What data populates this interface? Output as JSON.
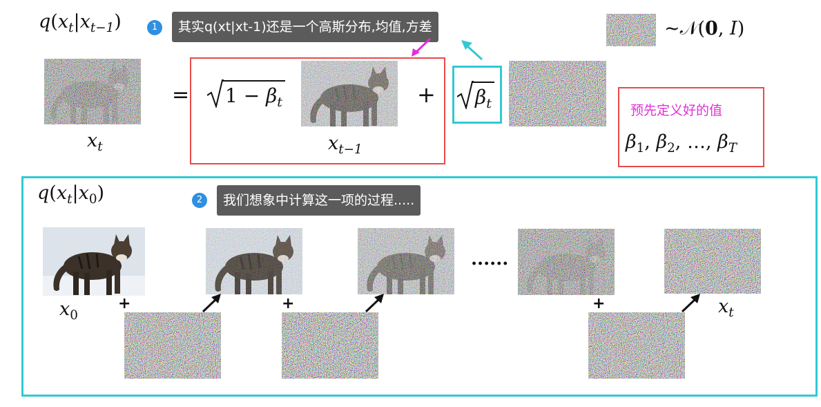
{
  "colors": {
    "red_box": "#e84a4a",
    "cyan_box": "#31c9d2",
    "callout_bg": "#5b5b5b",
    "badge": "#2f8fe0",
    "magenta_text": "#e030d8"
  },
  "top": {
    "title": {
      "q": "q",
      "paren_open": "(",
      "var": "x",
      "sub_t": "t",
      "bar": "|",
      "var2": "x",
      "sub_t1": "t−1",
      "paren_close": ")"
    },
    "badge": "1",
    "callout": "其实q(xt|xt-1)还是一个高斯分布,均值,方差",
    "legend": {
      "tilde_normal": "~𝒩",
      "args_open": "(",
      "zero": "0",
      "comma": ",",
      "identity": "I",
      "args_close": ")"
    },
    "xt_label": {
      "var": "x",
      "sub": "t"
    },
    "equals": "=",
    "sqrt_one_minus": {
      "one": "1",
      "minus": "−",
      "beta": "β",
      "sub": "t"
    },
    "xtminus1_label": {
      "var": "x",
      "sub": "t−1"
    },
    "plus": "+",
    "sqrt_beta": {
      "beta": "β",
      "sub": "t"
    },
    "predefined": {
      "title": "预先定义好的值",
      "b": "β",
      "s1": "1",
      "c1": ",",
      "s2": "2",
      "c2": ",",
      "dots": "…",
      "c3": ",",
      "sT": "T"
    }
  },
  "bottom": {
    "title": {
      "q": "q",
      "paren_open": "(",
      "var": "x",
      "sub_t": "t",
      "bar": "|",
      "var2": "x",
      "sub_0": "0",
      "paren_close": ")"
    },
    "badge": "2",
    "callout": "我们想象中计算这一项的过程.....",
    "x0_label": {
      "var": "x",
      "sub": "0"
    },
    "xt_label": {
      "var": "x",
      "sub": "t"
    },
    "plus": "+",
    "ellipsis": "......"
  }
}
